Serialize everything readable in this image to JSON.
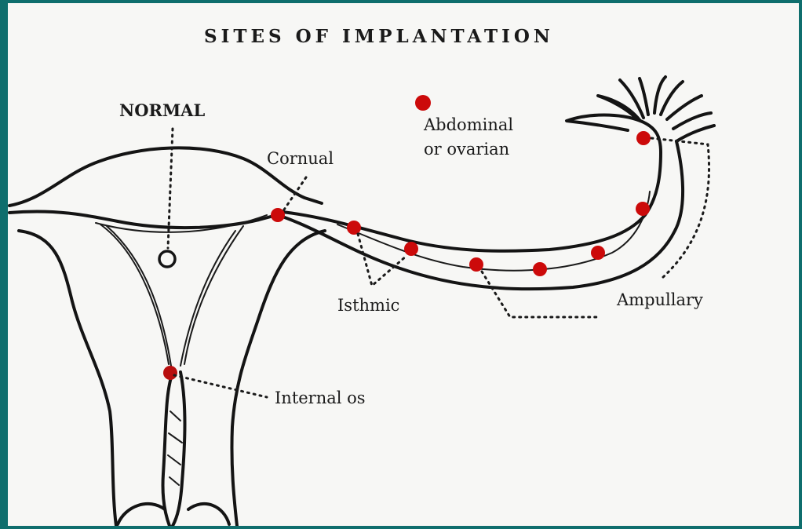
{
  "title": "SITES OF IMPLANTATION",
  "labels": {
    "normal": "NORMAL",
    "cornual": "Cornual",
    "abdominal_line1": "Abdominal",
    "abdominal_line2": "or ovarian",
    "isthmic": "Isthmic",
    "ampullary": "Ampullary",
    "internal_os": "Internal os"
  },
  "colors": {
    "frame_background": "#0f6e6d",
    "paper": "#f7f7f5",
    "implantation_site": "#cc0a0a",
    "ink": "#141414"
  }
}
